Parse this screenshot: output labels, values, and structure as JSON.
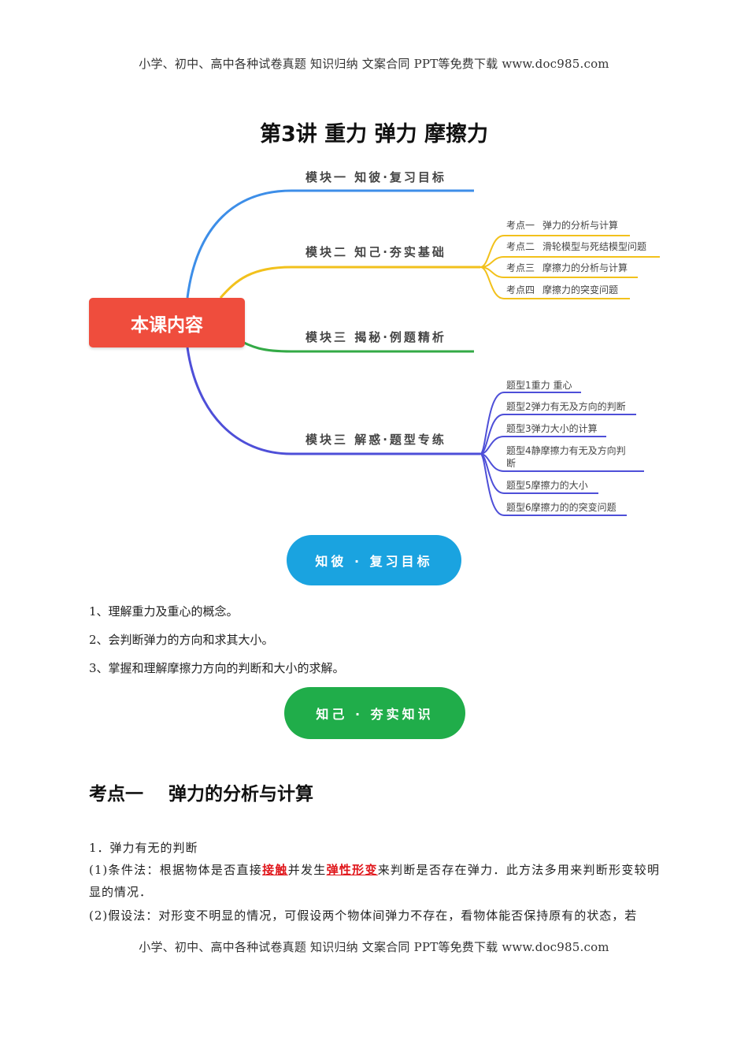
{
  "header": {
    "text": "小学、初中、高中各种试卷真题  知识归纳  文案合同  PPT等免费下载      www.doc985.com"
  },
  "footer": {
    "text": "小学、初中、高中各种试卷真题  知识归纳  文案合同  PPT等免费下载      www.doc985.com"
  },
  "title": "第3讲    重力  弹力  摩擦力",
  "mindmap": {
    "center": "本课内容",
    "modules": [
      {
        "label": "模块一  知彼·复习目标",
        "color": "#3d8ee8"
      },
      {
        "label": "模块二  知己·夯实基础",
        "color": "#f2c11c",
        "leaves": [
          {
            "key": "考点一",
            "text": "弹力的分析与计算"
          },
          {
            "key": "考点二",
            "text": "滑轮模型与死结模型问题"
          },
          {
            "key": "考点三",
            "text": "摩擦力的分析与计算"
          },
          {
            "key": "考点四",
            "text": "摩擦力的突变问题"
          }
        ]
      },
      {
        "label": "模块三  揭秘·例题精析",
        "color": "#33aa46"
      },
      {
        "label": "模块三  解惑·题型专练",
        "color": "#4e4fd8",
        "leaves": [
          {
            "text": "题型1重力 重心"
          },
          {
            "text": "题型2弹力有无及方向的判断"
          },
          {
            "text": "题型3弹力大小的计算"
          },
          {
            "text": "题型4静摩擦力有无及方向判",
            "text2": "断"
          },
          {
            "text": "题型5摩擦力的大小"
          },
          {
            "text": "题型6摩擦力的的突变问题"
          }
        ]
      }
    ]
  },
  "pill_review": "知彼 · 复习目标",
  "objectives": [
    "1、理解重力及重心的概念。",
    "2、会判断弹力的方向和求其大小。",
    "3、掌握和理解摩擦力方向的判断和大小的求解。"
  ],
  "pill_basics": "知己 · 夯实知识",
  "section": {
    "heading": "考点一    弹力的分析与计算",
    "sub": "1．弹力有无的判断",
    "p1_a": "(1)条件法：根据物体是否直接",
    "p1_hl1": "接触",
    "p1_b": "并发生",
    "p1_hl2": "弹性形变",
    "p1_c": "来判断是否存在弹力．此方法多用来判断形变较明显的情况．",
    "p2": "(2)假设法：对形变不明显的情况，可假设两个物体间弹力不存在，看物体能否保持原有的状态，若"
  },
  "colors": {
    "center": "#ef4d3d",
    "pill_blue": "#1aa3e0",
    "pill_green": "#20ad4a",
    "highlight": "#e0161b"
  }
}
